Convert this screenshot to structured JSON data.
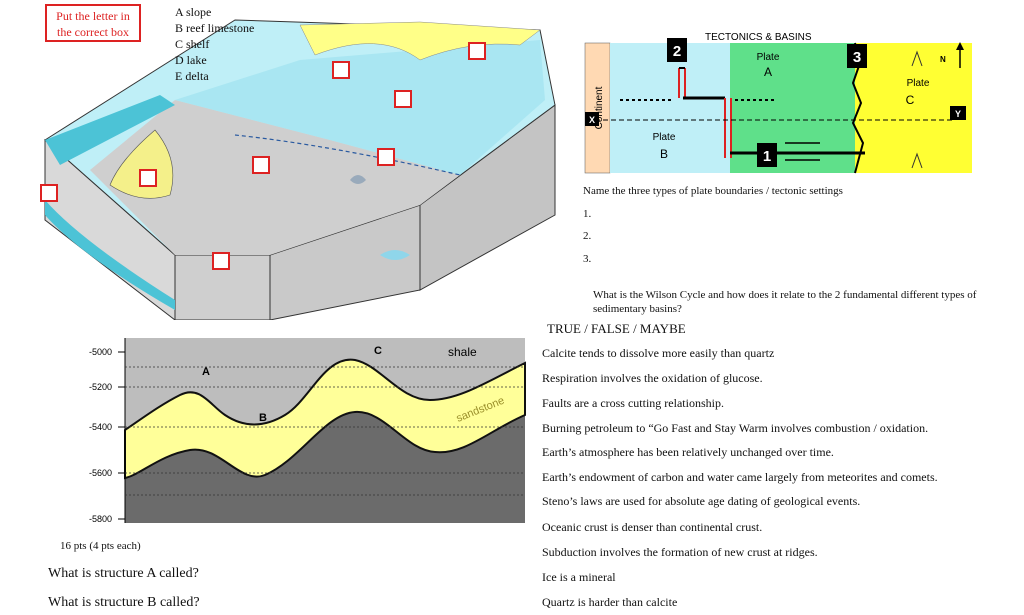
{
  "block_diagram": {
    "instruction": [
      "Put the letter in",
      "the correct box"
    ],
    "options": [
      "A slope",
      "B reef limestone",
      "C shelf",
      "D lake",
      "E delta"
    ]
  },
  "tectonics": {
    "title": "TECTONICS & BASINS",
    "continent": "Continent",
    "plate_a": [
      "Plate",
      "A"
    ],
    "plate_b": [
      "Plate",
      "B"
    ],
    "plate_c": [
      "Plate",
      "C"
    ],
    "markers": {
      "x": "X",
      "y": "Y",
      "n": "N",
      "one": "1",
      "two": "2",
      "three": "3"
    }
  },
  "plate_question": {
    "prompt": "Name the three types of plate boundaries / tectonic settings",
    "items": [
      "1.",
      "2.",
      "3."
    ]
  },
  "wilson_question": [
    "What is the Wilson Cycle and how does it relate to the 2 fundamental different types of",
    "sedimentary basins?"
  ],
  "true_false": {
    "header": "TRUE / FALSE / MAYBE",
    "statements": [
      "Calcite tends to dissolve more easily than quartz",
      "Respiration involves the oxidation of glucose.",
      "Faults are a cross cutting relationship.",
      "Burning petroleum to “Go Fast and Stay Warm involves combustion / oxidation.",
      "Earth’s atmosphere has been relatively unchanged over time.",
      "Earth’s endowment of carbon and water came largely from meteorites and comets.",
      "Steno’s laws are used for absolute age dating of geological events.",
      "Oceanic crust is denser than continental crust.",
      "Subduction involves the formation of new crust at ridges.",
      "Ice is a mineral",
      "Quartz is harder than calcite"
    ]
  },
  "cross_section": {
    "y_ticks": [
      "-5000",
      "-5200",
      "-5400",
      "-5600",
      "-5800"
    ],
    "labels": {
      "a": "A",
      "b": "B",
      "c": "C",
      "shale": "shale",
      "sandstone": "sandstone"
    }
  },
  "points_note": "16 pts (4 pts each)",
  "structure_questions": [
    "What is structure A called?",
    "What is structure B called?"
  ],
  "colors": {
    "red_box": "#dd2222",
    "sandstone": "#ffff99",
    "shale": "#bdbdbd",
    "basement": "#6b6b6b",
    "plate_green": "#5fe08a",
    "plate_yellow": "#ffff33",
    "ocean": "#8fe0ef"
  }
}
